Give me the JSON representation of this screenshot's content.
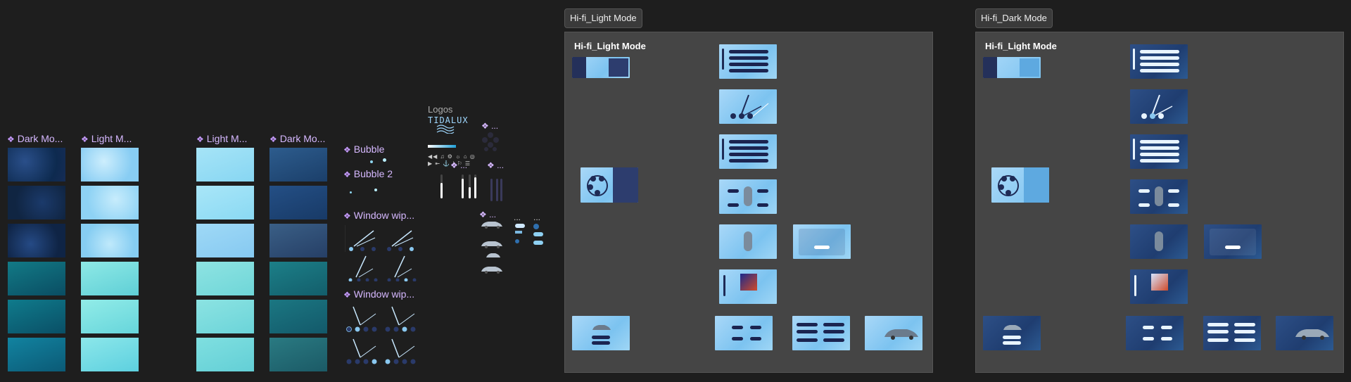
{
  "components": [
    {
      "label": "Dark Mo...",
      "kind": "dark"
    },
    {
      "label": "Light M...",
      "kind": "light"
    },
    {
      "label": "Light M...",
      "kind": "light2"
    },
    {
      "label": "Dark Mo...",
      "kind": "dark2"
    },
    {
      "label": "Bubble"
    },
    {
      "label": "Bubble 2"
    },
    {
      "label": "Window wip..."
    },
    {
      "label": "Window wip..."
    }
  ],
  "logos": {
    "label": "Logos",
    "brand": "TIDALUX"
  },
  "misc_dots": "...",
  "frames": [
    {
      "tab": "Hi-fi_Light Mode",
      "inner_title": "Hi-fi_Light Mode",
      "theme": "light"
    },
    {
      "tab": "Hi-fi_Dark Mode",
      "inner_title": "Hi-fi_Light Mode",
      "theme": "dark"
    }
  ],
  "colors": {
    "canvas": "#1e1e1e",
    "frame": "#454545",
    "component_label": "#d6b8ff",
    "light_screen": "#a9d8f8",
    "dark_screen": "#2d4f86"
  }
}
